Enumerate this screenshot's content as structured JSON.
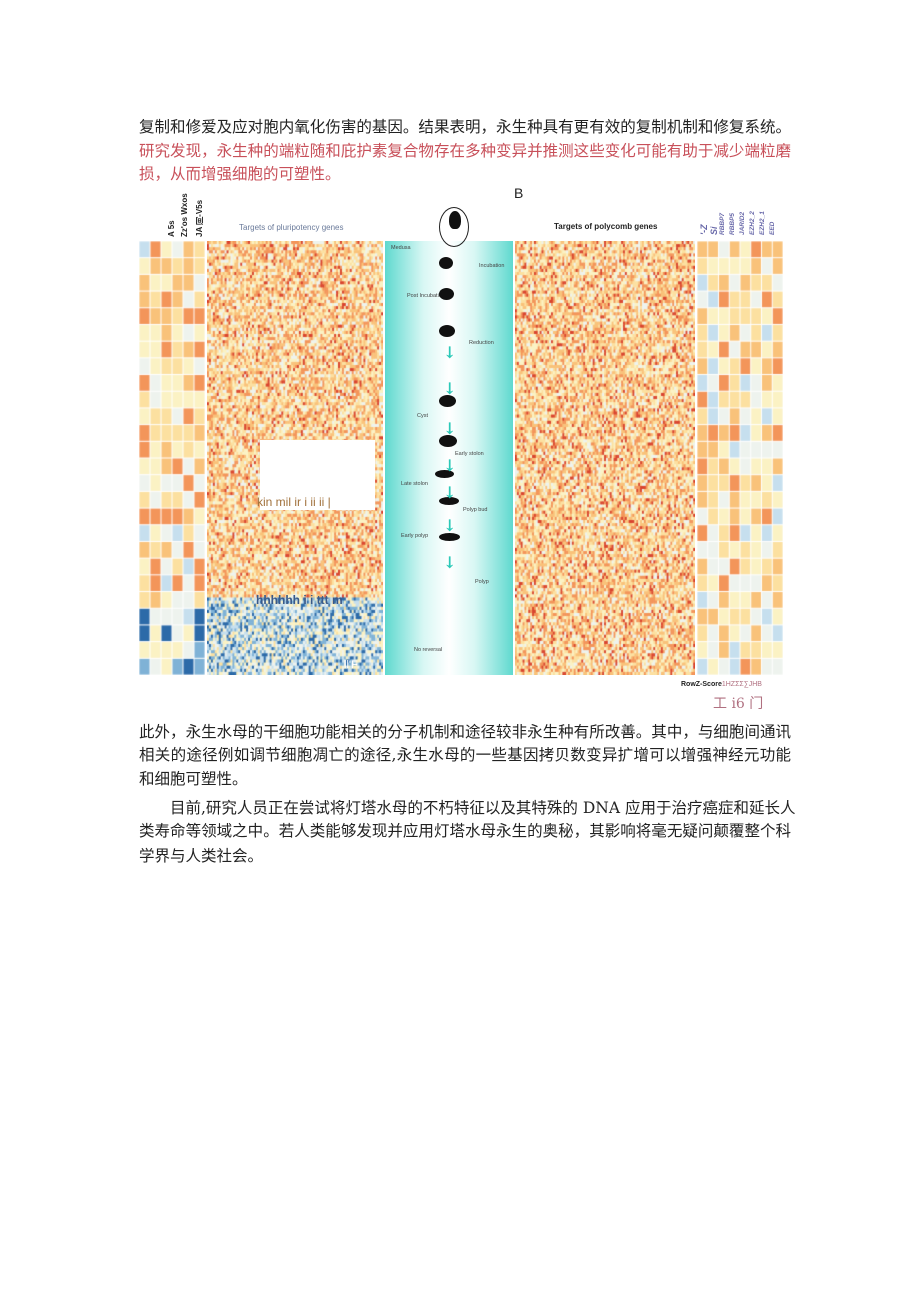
{
  "paragraph_top": {
    "lines": [
      "复制和修爱及应对胞内氧化伤害的基因。结果表明，永生种具有更有效的复制机制和修复系统。",
      "研究发现，永生种的端粒随和庇护素复合物存在多种变异并推测这些变化可能有助于减少端粒磨",
      "损，从而增强细胞的可塑性。"
    ],
    "highlight_color": "#c8505a"
  },
  "figure": {
    "panel_label": "B",
    "left_column_labels": [
      "JA 间-V5s",
      "Zz'os Wxos",
      "A 5s"
    ],
    "pluripotency_title": "Targets of pluripotency genes",
    "polycomb_title": "Targets of polycomb genes",
    "right_column_labels": [
      "'-Z",
      "Si",
      "RBBP7",
      "RBBP5",
      "JARID2",
      "EZH2_2",
      "EZH2_1",
      "EED"
    ],
    "stages": [
      "Medusa",
      "Incubation",
      "Post Incubation",
      "Reduction",
      "Cyst",
      "Early stolon",
      "Late stolon",
      "Polyp bud",
      "Early polyp",
      "Polyp",
      "No reversal"
    ],
    "artifact_texts": [
      "kin mil ir i ii ii |",
      "hhhhhh i i ttt m",
      "ll'F"
    ],
    "legend_label": "RowZ-Score",
    "legend_scale": "1HZΣΣ∑JHB",
    "caption": "工 i6 门"
  },
  "paragraph_mid": {
    "lines": [
      "此外，永生水母的干细胞功能相关的分子机制和途径较非永生种有所改善。其中，与细胞间通讯",
      "相关的途径例如调节细胞凋亡的途径,永生水母的一些基因拷贝数变异扩增可以增强神经元功能",
      "和细胞可塑性。"
    ]
  },
  "paragraph_bottom": {
    "lines": [
      "　　目前,研究人员正在尝试将灯塔水母的不朽特征以及其特殊的 DNA 应用于治疗癌症和延长人",
      "类寿命等领域之中。若人类能够发现并应用灯塔水母永生的奥秘，其影响将毫无疑问颠覆整个科",
      "学界与人类社会。"
    ]
  }
}
